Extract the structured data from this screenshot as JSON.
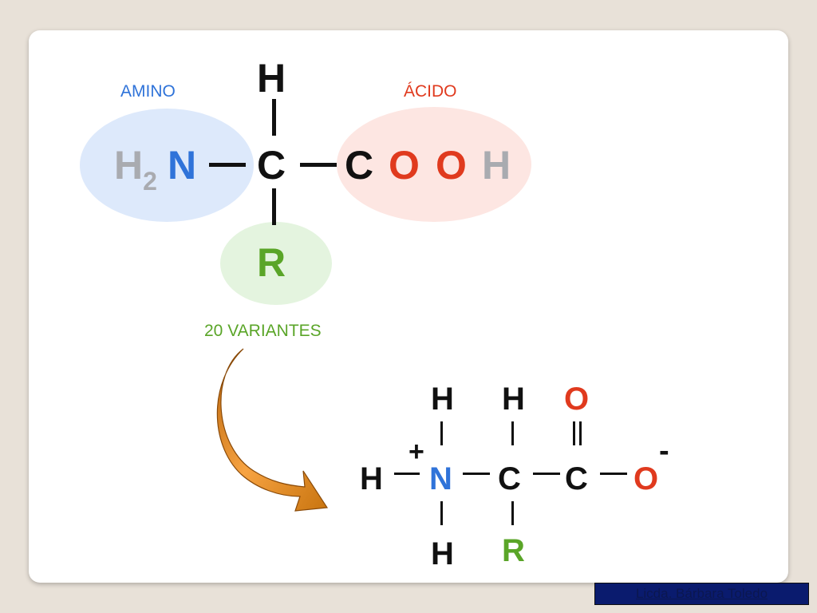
{
  "colors": {
    "amino_blue": "#2f73d9",
    "acid_red": "#e03a1e",
    "r_green": "#5aa528",
    "h_gray": "#a9abb0",
    "amino_bg": "#dde9fb",
    "acid_bg": "#fde6e2",
    "r_bg": "#e4f4df",
    "arrow_orange": "#f29a3a"
  },
  "top_structure": {
    "amino_label": "AMINO",
    "acid_label": "ÁCIDO",
    "top_h": "H",
    "h_letter": "H",
    "h_subscript": "2",
    "n_letter": "N",
    "alpha_c": "C",
    "carboxyl_c": "C",
    "o1": "O",
    "o2": "O",
    "acid_h": "H",
    "r_group": "R",
    "variants_label": "20 VARIANTES"
  },
  "zwitterion": {
    "h_left": "H",
    "plus": "+",
    "n": "N",
    "h_over_n": "H",
    "h_under_n": "H",
    "alpha_c": "C",
    "h_over_c": "H",
    "r_group": "R",
    "carboxyl_c": "C",
    "o_double": "O",
    "o_single": "O",
    "minus": "-"
  },
  "footer": {
    "credit": "Licda. Bárbara Toledo"
  }
}
